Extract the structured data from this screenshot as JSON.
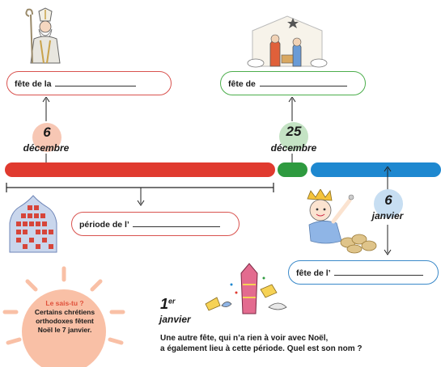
{
  "events": {
    "dec6": {
      "day": "6",
      "month": "décembre",
      "box_label": "fête de la"
    },
    "dec25": {
      "day": "25",
      "month": "décembre",
      "box_label": "fête de"
    },
    "jan6": {
      "day": "6",
      "month": "janvier",
      "box_label": "fête de l’"
    },
    "period": {
      "box_label": "période de l’"
    },
    "jan1": {
      "day": "1",
      "sup": "er",
      "month": "janvier",
      "question": "Une autre fête, qui n’a rien à voir avec Noël,",
      "question2": "a également lieu à cette période. Quel est son nom ?"
    }
  },
  "sais_tu": {
    "title": "Le sais-tu ?",
    "line1": "Certains chrétiens",
    "line2": "orthodoxes fêtent",
    "line3": "Noël le 7 janvier."
  },
  "colors": {
    "red": "#e03a2f",
    "green": "#2e9a3f",
    "blue": "#1e88d0",
    "pink_circle": "#f7c7b4",
    "green_circle": "#c4e3c4",
    "blue_circle": "#c7def2",
    "sun": "#f9c0a6"
  },
  "illustrations": {
    "saint_nicolas": "saint-nicolas-illustration",
    "nativity": "nativity-scene-illustration",
    "advent_calendar": "advent-calendar-illustration",
    "king": "king-with-cake-illustration",
    "new_year": "new-year-party-illustration"
  }
}
